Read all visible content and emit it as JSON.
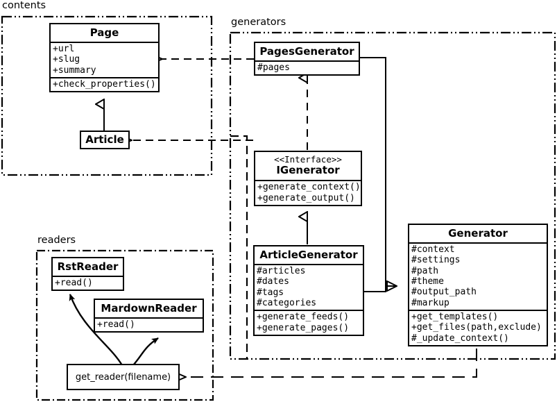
{
  "diagram": {
    "title": "Pelican static site generator class diagram",
    "type": "uml-class-diagram",
    "stroke_color": "#000000",
    "fill_color": "#ffffff"
  },
  "packages": [
    {
      "id": "contents",
      "label": "contents",
      "border_style": "dash-dot-dot"
    },
    {
      "id": "generators",
      "label": "generators",
      "border_style": "dash-dot-dot"
    },
    {
      "id": "readers",
      "label": "readers",
      "border_style": "dash-dot"
    }
  ],
  "classes": {
    "page": {
      "name": "Page",
      "attributes": [
        "+url",
        "+slug",
        "+summary"
      ],
      "operations": [
        "+check_properties()"
      ]
    },
    "article": {
      "name": "Article",
      "attributes": [],
      "operations": []
    },
    "pages_generator": {
      "name": "PagesGenerator",
      "attributes": [
        "#pages"
      ],
      "operations": []
    },
    "igenerator": {
      "stereotype": "<<Interface>>",
      "name": "IGenerator",
      "attributes": [],
      "operations": [
        "+generate_context()",
        "+generate_output()"
      ]
    },
    "article_generator": {
      "name": "ArticleGenerator",
      "attributes": [
        "#articles",
        "#dates",
        "#tags",
        "#categories"
      ],
      "operations": [
        "+generate_feeds()",
        "+generate_pages()"
      ]
    },
    "generator": {
      "name": "Generator",
      "attributes": [
        "#context",
        "#settings",
        "#path",
        "#theme",
        "#output_path",
        "#markup"
      ],
      "operations": [
        "+get_templates()",
        "+get_files(path,exclude)",
        "#_update_context()"
      ]
    },
    "rst_reader": {
      "name": "RstReader",
      "attributes": [],
      "operations": [
        "+read()"
      ]
    },
    "mardown_reader": {
      "name": "MardownReader",
      "attributes": [],
      "operations": [
        "+read()"
      ]
    },
    "get_reader": {
      "name": "get_reader(filename)"
    }
  },
  "relationships": [
    {
      "id": "article-inherits-page",
      "type": "generalization",
      "from": "Article",
      "to": "Page",
      "line": "solid",
      "arrow": "hollow-triangle"
    },
    {
      "id": "pagesgenerator-uses-page",
      "type": "dependency",
      "from": "PagesGenerator",
      "to": "Page",
      "line": "dashed",
      "arrow": "open-arrow"
    },
    {
      "id": "articlegenerator-uses-article",
      "type": "dependency",
      "from": "ArticleGenerator",
      "to": "Article",
      "line": "dashed",
      "arrow": "open-arrow"
    },
    {
      "id": "pagesgenerator-realizes-igenerator",
      "type": "realization",
      "from": "PagesGenerator",
      "to": "IGenerator",
      "line": "dashed",
      "arrow": "hollow-triangle"
    },
    {
      "id": "articlegenerator-implements-igenerator",
      "type": "generalization",
      "from": "ArticleGenerator",
      "to": "IGenerator",
      "line": "solid",
      "arrow": "hollow-triangle"
    },
    {
      "id": "pagesgenerator-inherits-generator",
      "type": "generalization",
      "from": "PagesGenerator",
      "to": "Generator",
      "line": "solid",
      "arrow": "hollow-triangle"
    },
    {
      "id": "articlegenerator-inherits-generator",
      "type": "generalization",
      "from": "ArticleGenerator",
      "to": "Generator",
      "line": "solid",
      "arrow": "hollow-triangle"
    },
    {
      "id": "generator-uses-get-reader",
      "type": "dependency",
      "from": "Generator",
      "to": "get_reader(filename)",
      "line": "dashed",
      "arrow": "open-arrow"
    },
    {
      "id": "get-reader-returns-rstreader",
      "type": "association",
      "from": "get_reader(filename)",
      "to": "RstReader",
      "line": "solid-curved",
      "arrow": "solid-arrow"
    },
    {
      "id": "get-reader-returns-mardownreader",
      "type": "association",
      "from": "get_reader(filename)",
      "to": "MardownReader",
      "line": "solid-curved",
      "arrow": "solid-arrow"
    }
  ]
}
